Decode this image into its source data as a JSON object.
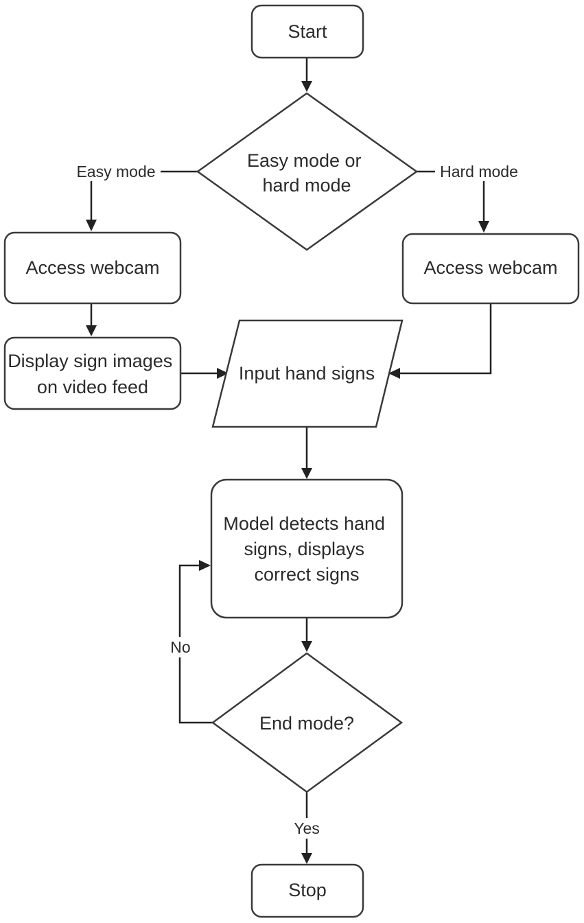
{
  "diagram": {
    "nodes": {
      "start": {
        "lines": [
          "Start"
        ]
      },
      "mode_decision": {
        "lines": [
          "Easy mode or",
          "hard mode"
        ]
      },
      "easy_webcam": {
        "lines": [
          "Access webcam"
        ]
      },
      "hard_webcam": {
        "lines": [
          "Access webcam"
        ]
      },
      "display_signs": {
        "lines": [
          "Display sign images",
          "on video feed"
        ]
      },
      "input_signs": {
        "lines": [
          "Input hand signs"
        ]
      },
      "model_detect": {
        "lines": [
          "Model detects hand",
          "signs, displays",
          "correct signs"
        ]
      },
      "end_decision": {
        "lines": [
          "End mode?"
        ]
      },
      "stop": {
        "lines": [
          "Stop"
        ]
      }
    },
    "edge_labels": {
      "easy": "Easy mode",
      "hard": "Hard mode",
      "no": "No",
      "yes": "Yes"
    },
    "colors": {
      "stroke": "#3a3a3a",
      "arrow": "#222222",
      "text": "#2b2b2b",
      "fill": "#ffffff"
    }
  }
}
